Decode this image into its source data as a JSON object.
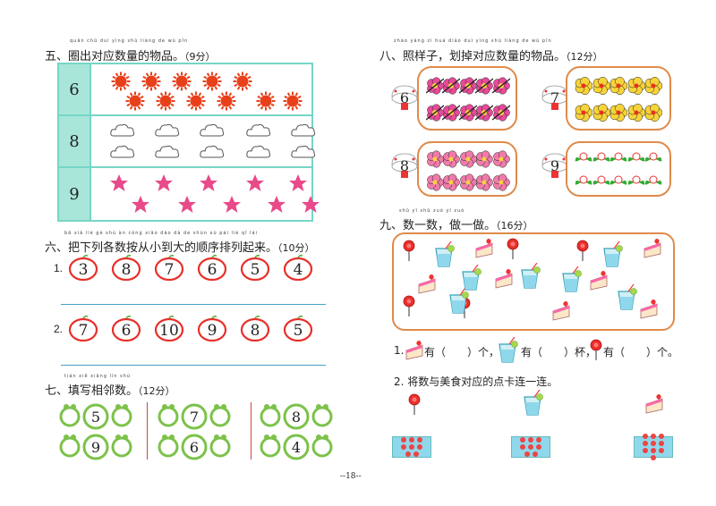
{
  "s5": {
    "pinyin": "quān chū duì yìng shù liàng de wù pǐn",
    "title": "五、圈出对应数量的物品。",
    "points": "（9分）",
    "rows": [
      "6",
      "8",
      "9"
    ]
  },
  "s6": {
    "pinyin": "bǎ xià liè gè shù àn cóng xiǎo dào dà de shùn xù pái liè qǐ lái",
    "title": "六、把下列各数按从小到大的顺序排列起来。",
    "points": "（10分）",
    "row1_label": "1.",
    "row1": [
      "3",
      "8",
      "7",
      "6",
      "5",
      "4"
    ],
    "row2_label": "2.",
    "row2": [
      "7",
      "6",
      "10",
      "9",
      "8",
      "5"
    ]
  },
  "s7": {
    "pinyin": "tián xiě xiāng lín shù",
    "title": "七、填写相邻数。",
    "points": "（12分）",
    "frogs": [
      "5",
      "7",
      "8",
      "9",
      "6",
      "4"
    ]
  },
  "s8": {
    "pinyin": "zhào yàng zi huá diào duì yìng shù liàng de wù pǐn",
    "title": "八、照样子，划掉对应数量的物品。",
    "points": "（12分）",
    "groups": [
      "6",
      "7",
      "8",
      "9"
    ]
  },
  "s9": {
    "pinyin": "shǔ yī shǔ zuò yī zuò",
    "title": "九、数一数，做一做。",
    "points": "（16分）",
    "q1_num": "1.",
    "q1_a": "有（　　）个，",
    "q1_b": "有（　　）杯，",
    "q1_c": "有（　　）个。",
    "q2": "2. 将数与美食对应的点卡连一连。"
  },
  "page": "--18--",
  "colors": {
    "grid": "#76d6c6",
    "gridFill": "#a8e6d9",
    "apple": "#e8302a",
    "frog": "#7cc24a",
    "pill": "#e08a4a",
    "card": "#8fd8ec"
  }
}
